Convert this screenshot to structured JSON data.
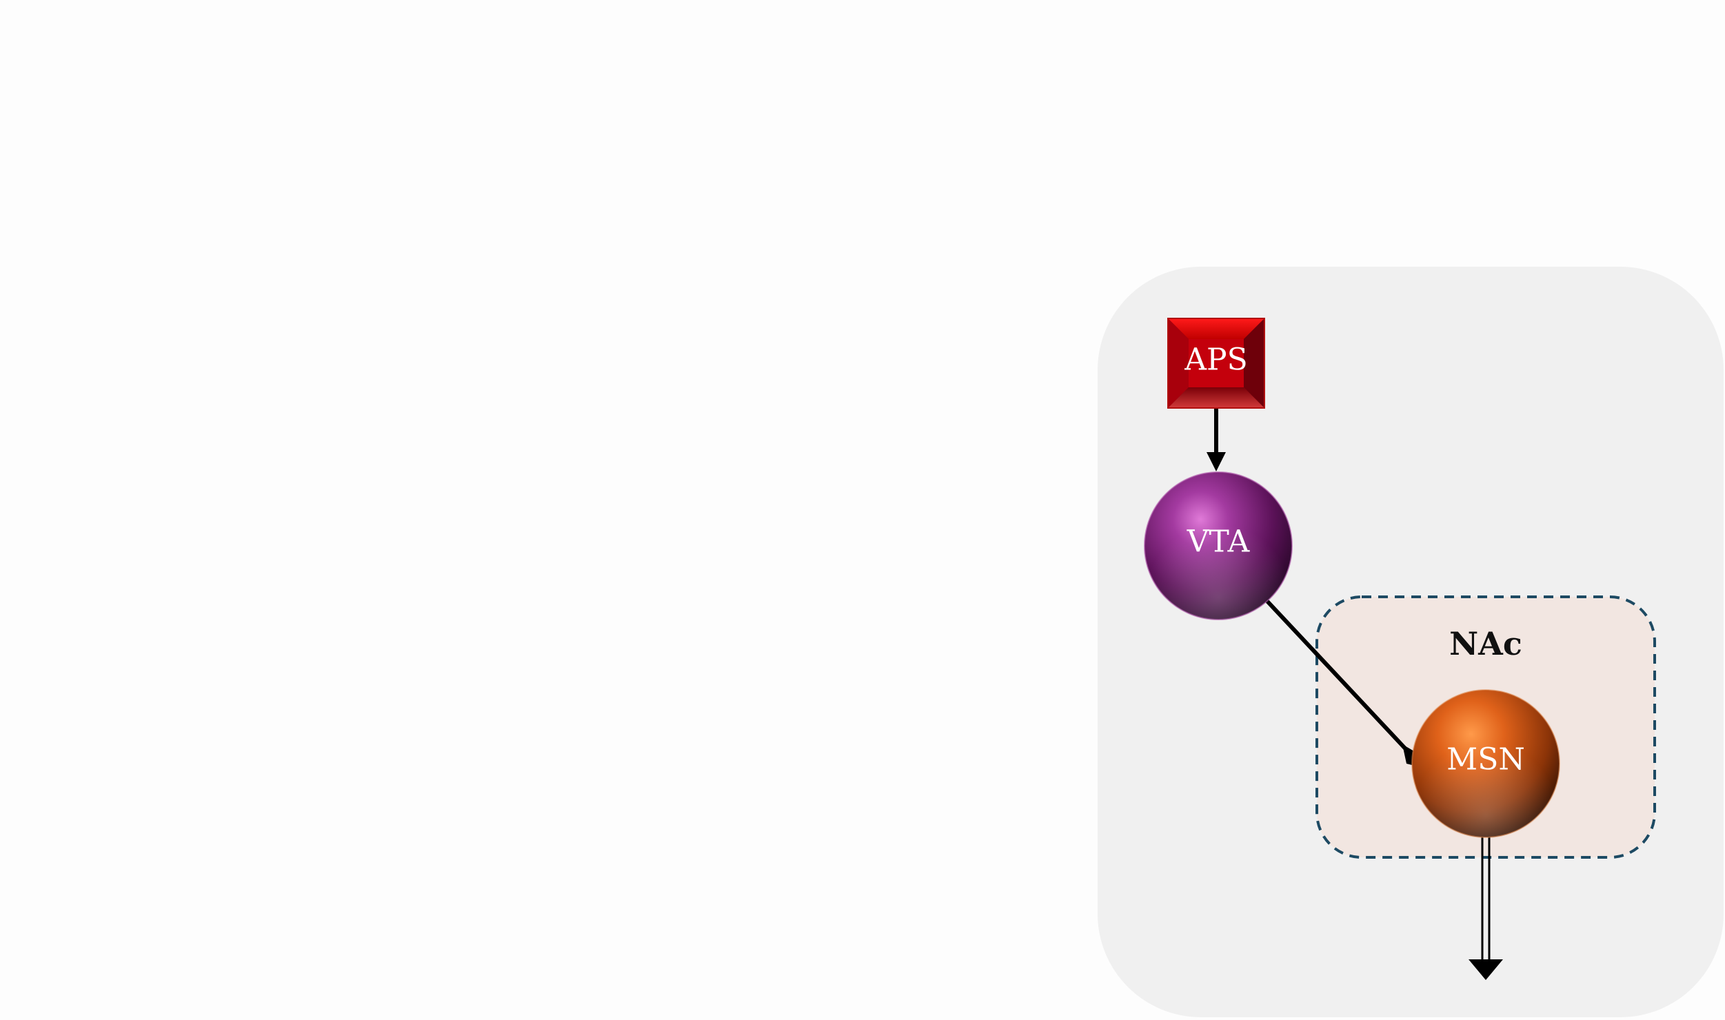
{
  "diagram": {
    "nodes": {
      "aps": {
        "label": "APS",
        "shape": "square",
        "color": "#c8000a"
      },
      "vta": {
        "label": "VTA",
        "shape": "sphere",
        "color": "#7a1a78"
      },
      "msn": {
        "label": "MSN",
        "shape": "sphere",
        "color": "#d65a12"
      }
    },
    "regions": {
      "outer": {
        "fill": "#f0f0f0"
      },
      "nac": {
        "label": "NAc",
        "fill": "#f2e6e1",
        "border": "#1d4a63",
        "border_style": "dashed"
      }
    },
    "edges": [
      {
        "from": "aps",
        "to": "vta",
        "head": "arrow"
      },
      {
        "from": "vta",
        "to": "msn",
        "head": "diamond"
      },
      {
        "from": "msn",
        "to": "output",
        "head": "arrow",
        "style": "double-line"
      }
    ]
  }
}
